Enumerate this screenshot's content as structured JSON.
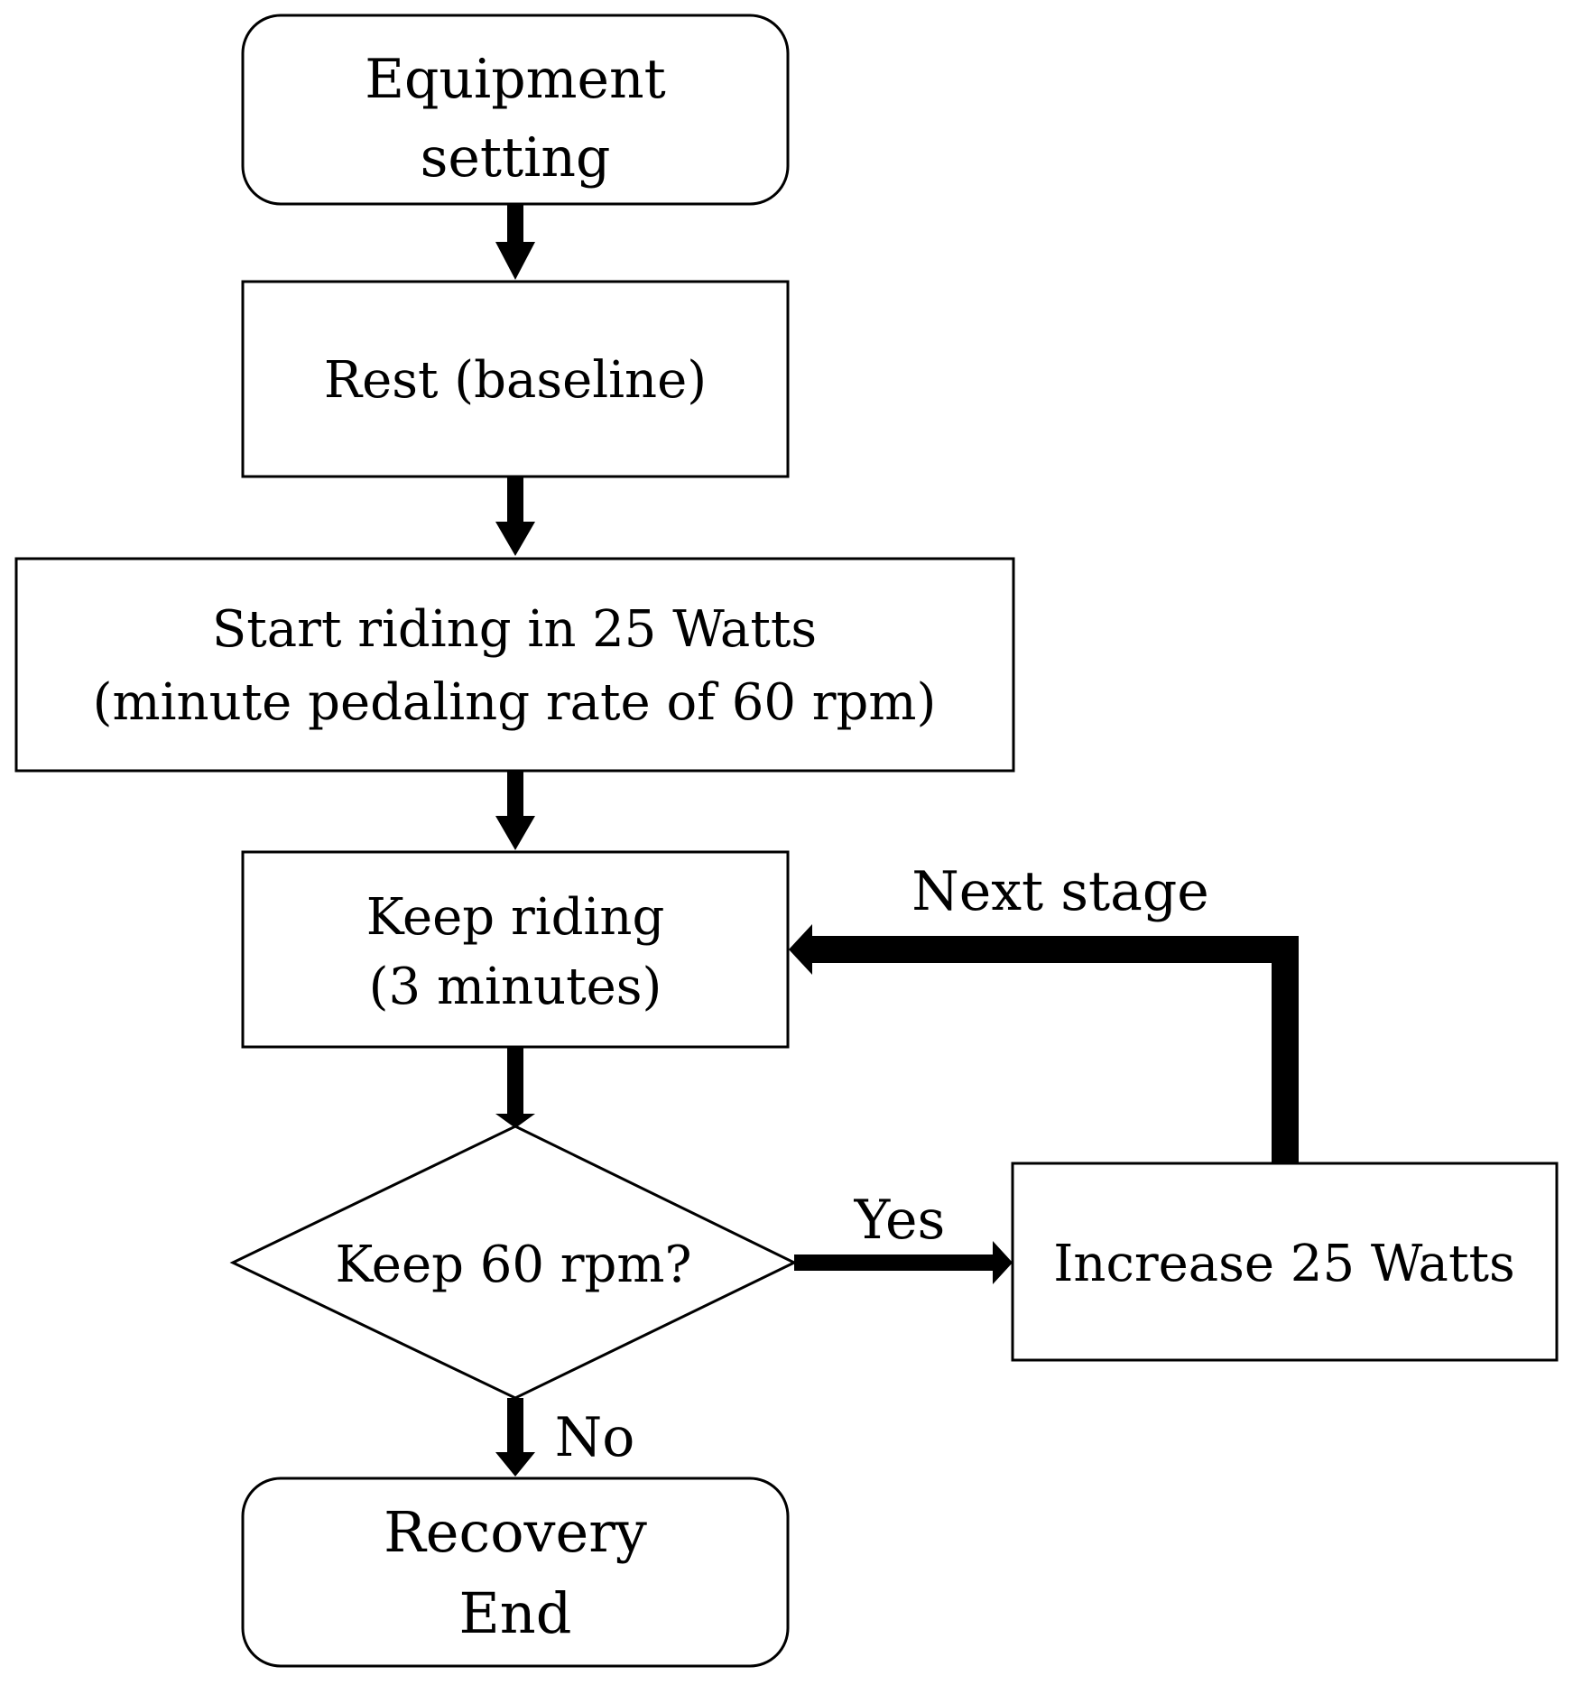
{
  "nodes": {
    "equipment_setting": {
      "line1": "Equipment",
      "line2": "setting"
    },
    "rest": {
      "label": "Rest (baseline)"
    },
    "start_riding": {
      "line1": "Start riding in 25 Watts",
      "line2": "(minute pedaling rate of 60 rpm)"
    },
    "keep_riding": {
      "line1": "Keep riding",
      "line2": "(3 minutes)"
    },
    "decision": {
      "label": "Keep 60 rpm?"
    },
    "increase": {
      "label": "Increase 25 Watts"
    },
    "end": {
      "line1": "Recovery",
      "line2": "End"
    }
  },
  "edge_labels": {
    "next_stage": "Next stage",
    "yes": "Yes",
    "no": "No"
  },
  "colors": {
    "stroke": "#000000",
    "fill": "#ffffff",
    "text": "#000000"
  }
}
